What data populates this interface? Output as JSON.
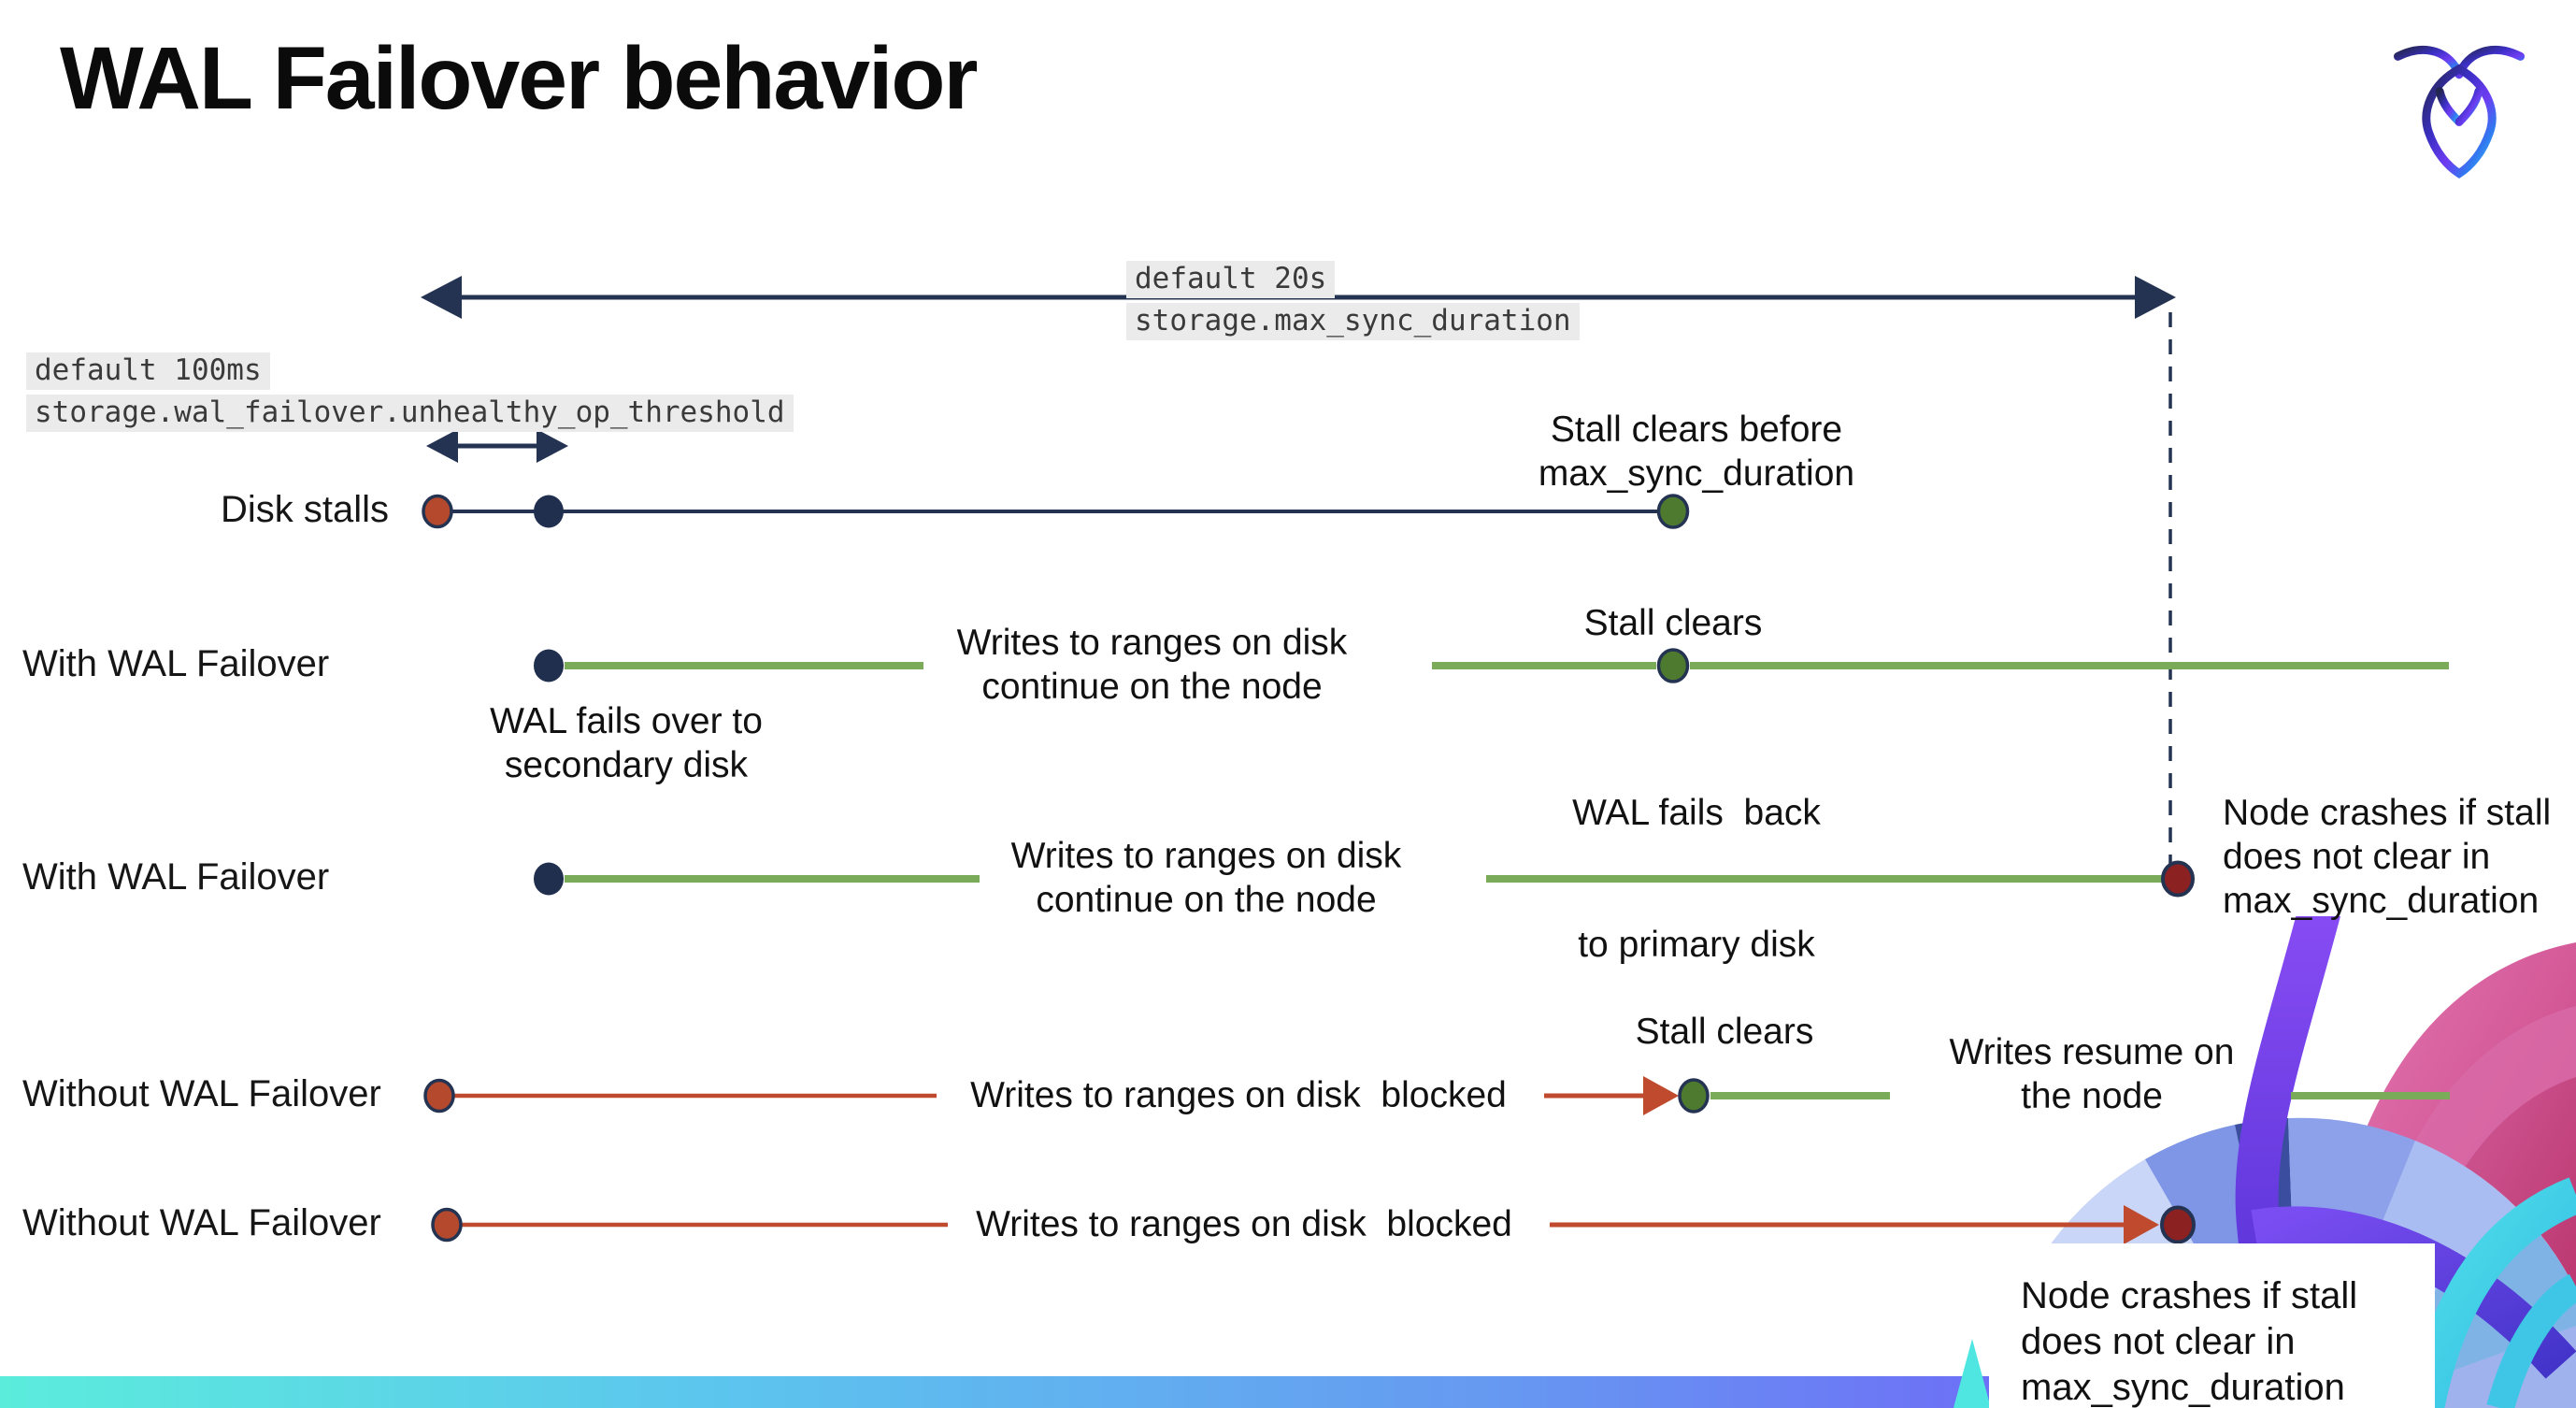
{
  "title": "WAL Failover behavior",
  "logo": {
    "name": "cockroachdb-mark"
  },
  "colors": {
    "navy": "#243352",
    "navy_dot": "#212f4f",
    "green_line": "#7aab58",
    "green_dot": "#4e7a30",
    "red_line": "#c04a2d",
    "red_dot": "#b5492e",
    "maroon_dot": "#8b2121",
    "label_bg": "#ebebeb",
    "bar_gradient": [
      "#5becdc",
      "#5cc5ee",
      "#6699f1",
      "#7b57f6"
    ]
  },
  "settings_labels": {
    "max_sync": {
      "default": "default 20s",
      "name": "storage.max_sync_duration"
    },
    "unhealthy_op": {
      "default": "default 100ms",
      "name": "storage.wal_failover.unhealthy_op_threshold"
    }
  },
  "rows": {
    "disk_stalls": {
      "label": "Disk stalls"
    },
    "with_wal_1": {
      "label": "With WAL Failover"
    },
    "with_wal_2": {
      "label": "With WAL Failover"
    },
    "without_wal_1": {
      "label": "Without WAL Failover"
    },
    "without_wal_2": {
      "label": "Without WAL Failover"
    }
  },
  "callouts": {
    "stall_clears_before": {
      "line1": "Stall clears before",
      "line2": "max_sync_duration"
    },
    "writes_continue_1": {
      "line1": "Writes to ranges on disk",
      "line2": "continue on the node"
    },
    "stall_clears_1": "Stall clears",
    "wal_fails_over": {
      "line1": "WAL fails over to",
      "line2": "secondary disk"
    },
    "wal_fails_back": {
      "line1": "WAL fails  back",
      "line2": "to primary disk"
    },
    "writes_continue_2": {
      "line1": "Writes to ranges on disk",
      "line2": "continue on the node"
    },
    "node_crashes_1": {
      "line1": "Node crashes if stall",
      "line2": "does not clear in",
      "line3": "max_sync_duration"
    },
    "writes_blocked_1": "Writes to ranges on disk  blocked",
    "stall_clears_2": "Stall clears",
    "writes_resume": {
      "line1": "Writes resume on",
      "line2": "the node"
    },
    "writes_blocked_2": "Writes to ranges on disk  blocked",
    "node_crashes_2": {
      "line1": "Node crashes if stall",
      "line2": "does not clear in",
      "line3": "max_sync_duration"
    }
  }
}
